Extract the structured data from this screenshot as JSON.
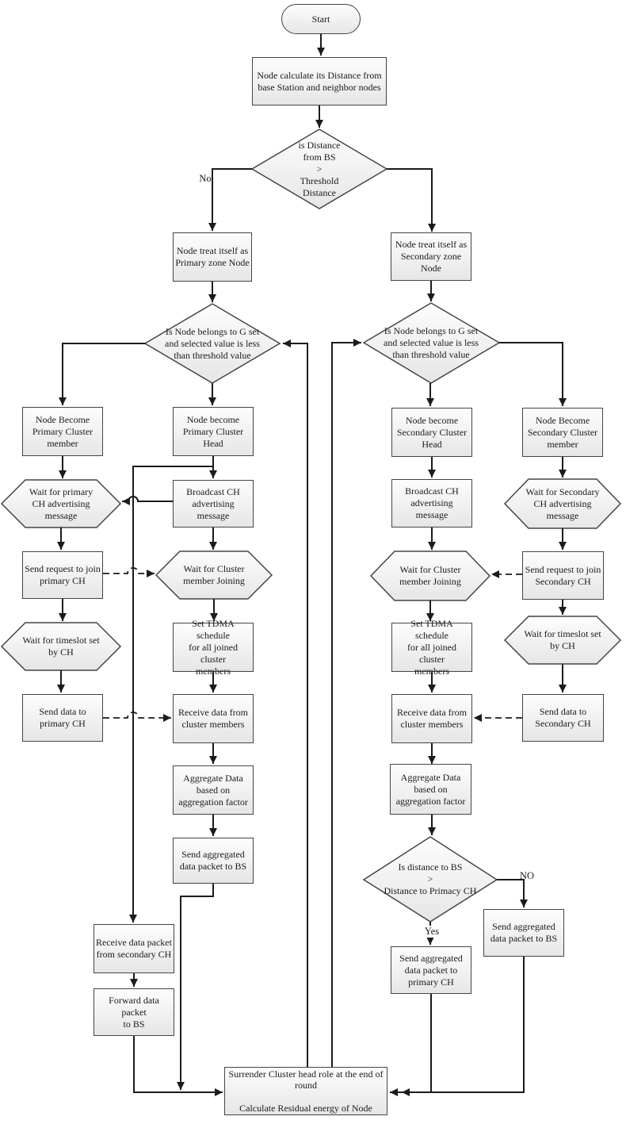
{
  "diagram_type": "flowchart",
  "colors": {
    "line": "#1b1b1b",
    "node_border": "#454545",
    "node_fill_top": "#fdfdfd",
    "node_fill_bottom": "#e6e6e6",
    "text": "#1b1b1b",
    "background": "#ffffff"
  },
  "edge_labels": {
    "no": "No",
    "yes": "Yes",
    "no_upper": "NO"
  },
  "nodes": {
    "start": "Start",
    "calc_distance": "Node calculate its Distance from\nbase Station and neighbor nodes",
    "decision_distance": "is Distance\nfrom BS\n>\nThreshold\nDistance",
    "primary_zone": "Node treat itself as\nPrimary zone Node",
    "secondary_zone": "Node treat itself as\nSecondary zone\nNode",
    "decision_gset_left": "Is Node belongs to G set\nand selected value is less\nthan threshold value",
    "decision_gset_right": "Is Node belongs to G set\nand selected value is less\nthan threshold value",
    "primary_member": "Node Become\nPrimary Cluster\nmember",
    "primary_head": "Node become\nPrimary Cluster\nHead",
    "secondary_head": "Node become\nSecondary Cluster\nHead",
    "secondary_member": "Node Become\nSecondary Cluster\nmember",
    "wait_primary_adv": "Wait for primary\nCH advertising\nmessage",
    "broadcast_primary": "Broadcast CH\nadvertising message",
    "broadcast_secondary": "Broadcast CH\nadvertising message",
    "wait_secondary_adv": "Wait for Secondary\nCH advertising\nmessage",
    "send_join_primary": "Send request to join\nprimary CH",
    "wait_joining_left": "Wait for Cluster\nmember Joining",
    "wait_joining_right": "Wait for Cluster\nmember Joining",
    "send_join_secondary": "Send request to join\nSecondary CH",
    "wait_timeslot_left": "Wait for timeslot set\nby CH",
    "tdma_left": "Set TDMA schedule\nfor all joined cluster\nmembers",
    "tdma_right": "Set TDMA schedule\nfor all joined cluster\nmembers",
    "wait_timeslot_right": "Wait for timeslot set\nby CH",
    "send_data_primary": "Send data to\nprimary CH",
    "receive_left": "Receive data from\ncluster members",
    "receive_right": "Receive data from\ncluster members",
    "send_data_secondary": "Send data to\nSecondary CH",
    "aggregate_left": "Aggregate Data\nbased on\naggregation factor",
    "aggregate_right": "Aggregate Data\nbased on\naggregation factor",
    "send_bs_left": "Send aggregated\ndata packet to BS",
    "decision_dist_ch": "Is distance to BS\n>\nDistance to Primacy CH",
    "send_bs_no": "Send aggregated\ndata packet to BS",
    "send_primary_yes": "Send aggregated\ndata packet to\nprimary CH",
    "receive_secondary_pkt": "Receive data packet\nfrom secondary CH",
    "forward_bs": "Forward data packet\nto BS",
    "surrender": "Surrender Cluster head role at the end of\nround\n\nCalculate Residual energy of Node"
  }
}
